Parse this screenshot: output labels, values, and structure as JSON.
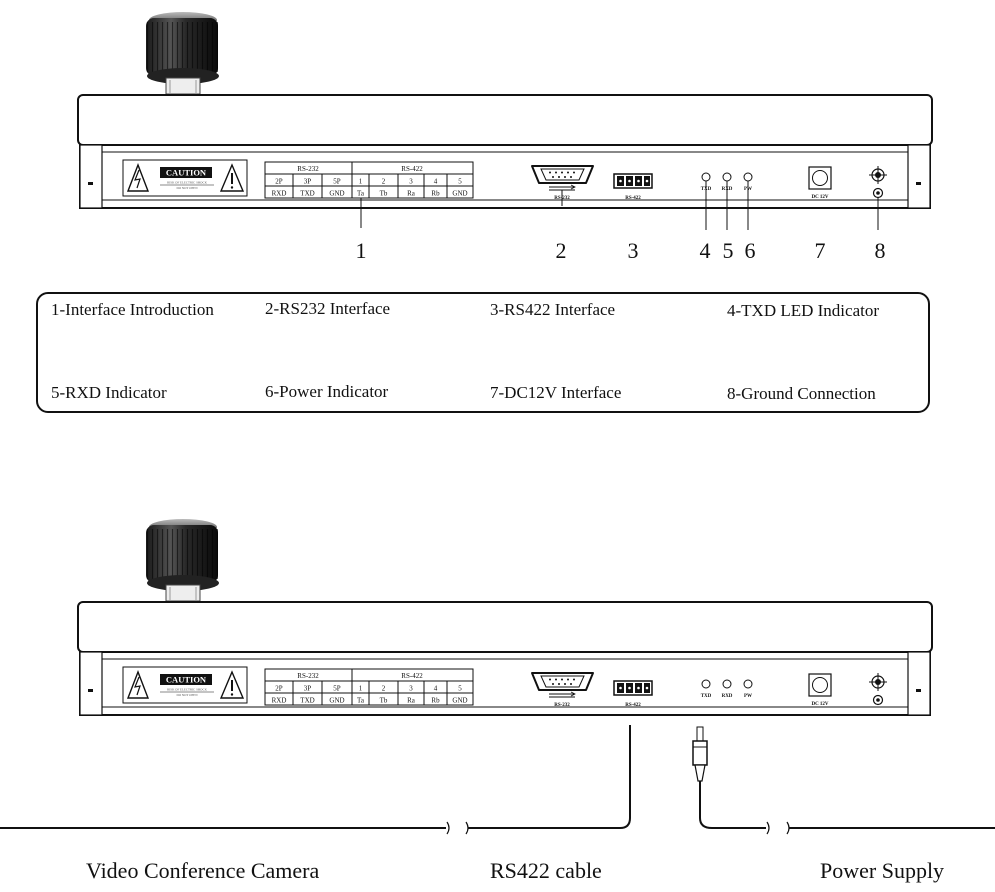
{
  "panel": {
    "caution": "CAUTION",
    "warning_line1": "RISK OF ELECTRIC SHOCK",
    "warning_line2": "DO NOT OPEN",
    "table": {
      "rs232_title": "RS-232",
      "rs422_title": "RS-422",
      "pins_row": [
        "2P",
        "3P",
        "5P",
        "1",
        "2",
        "3",
        "4",
        "5"
      ],
      "signals_row": [
        "RXD",
        "TXD",
        "GND",
        "Ta",
        "Tb",
        "Ra",
        "Rb",
        "GND"
      ]
    },
    "rs232_label": "RS-232",
    "rs422_label": "RS-422",
    "txd_label": "TXD",
    "rxd_label": "RXD",
    "pw_label": "PW",
    "dc_label": "DC 12V"
  },
  "callouts": [
    "1",
    "2",
    "3",
    "4",
    "5",
    "6",
    "7",
    "8"
  ],
  "legend": [
    "1-Interface Introduction",
    "2-RS232 Interface",
    "3-RS422 Interface",
    "4-TXD LED Indicator",
    "5-RXD Indicator",
    "6-Power  Indicator",
    "7-DC12V Interface",
    "8-Ground Connection"
  ],
  "bottom_labels": {
    "camera": "Video Conference Camera",
    "cable": "RS422 cable",
    "power": "Power Supply"
  }
}
